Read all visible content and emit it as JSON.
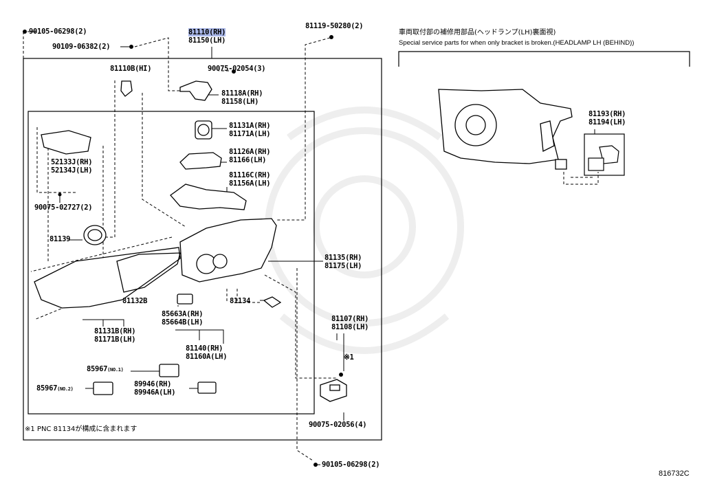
{
  "callout": {
    "main_rh": "81110(RH)",
    "main_lh": "81150(LH)"
  },
  "bolts": {
    "b90105_top": "90105-06298(2)",
    "b90109": "90109-06382(2)",
    "b81119": "81119-50280(2)",
    "b90105_bottom": "90105-06298(2)",
    "b90075_02054": "90075-02054(3)",
    "b90075_02727": "90075-02727(2)",
    "b90075_02056": "90075-02056(4)"
  },
  "parts": {
    "p81110b": "81110B(HI)",
    "p81118a": [
      "81118A(RH)",
      "81158(LH)"
    ],
    "p81131a": [
      "81131A(RH)",
      "81171A(LH)"
    ],
    "p81126a": [
      "81126A(RH)",
      "81166(LH)"
    ],
    "p81116c": [
      "81116C(RH)",
      "81156A(LH)"
    ],
    "p52133j": [
      "52133J(RH)",
      "52134J(LH)"
    ],
    "p81139": "81139",
    "p81135": [
      "81135(RH)",
      "81175(LH)"
    ],
    "p81134": "81134",
    "p81132b": "81132B",
    "p85663a": [
      "85663A(RH)",
      "85664B(LH)"
    ],
    "p81131b": [
      "81131B(RH)",
      "81171B(LH)"
    ],
    "p81140": [
      "81140(RH)",
      "81160A(LH)"
    ],
    "p81107": [
      "81107(RH)",
      "81108(LH)"
    ],
    "note_mark": "※1",
    "p85967_1": "85967",
    "p85967_1_sub": "(NO.1)",
    "p85967_2": "85967",
    "p85967_2_sub": "(NO.2)",
    "p89946": [
      "89946(RH)",
      "89946A(LH)"
    ],
    "p81193": [
      "81193(RH)",
      "81194(LH)"
    ]
  },
  "service_note": {
    "japanese": "車両取付部の補修用部品(ヘッドランプ(LH)裏面視)",
    "english": "Special service parts for when only bracket is broken.(HEADLAMP LH (BEHIND))"
  },
  "footnote": "※1 PNC 81134が構成に含まれます",
  "diagram_code": "816732C",
  "colors": {
    "highlight": "#a9b7e8",
    "line": "#000000",
    "part_fill": "#ffffff",
    "watermark": "#eeeeee"
  }
}
